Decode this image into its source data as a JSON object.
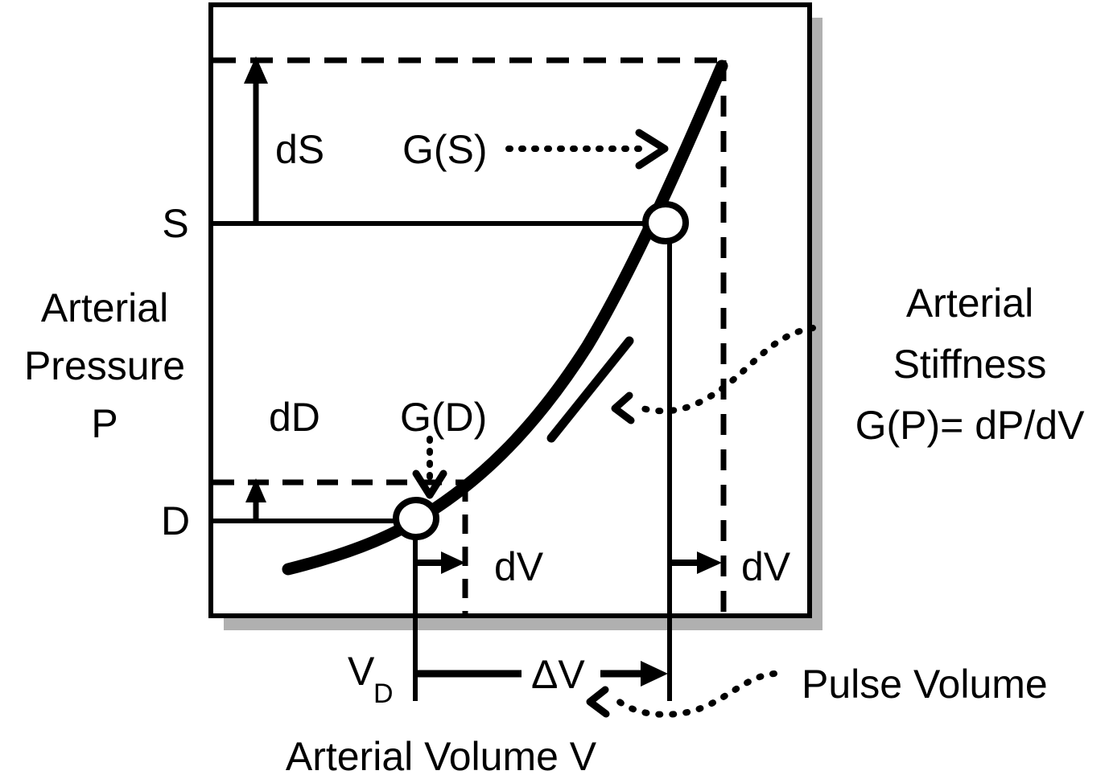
{
  "figure": {
    "type": "line",
    "background": "#ffffff",
    "stroke_color": "#000000",
    "shadow_color": "#b0b0b0",
    "axes": {
      "y_axis_title": "Arterial\nPressure\nP",
      "y_axis_title_lines": [
        "Arterial",
        "Pressure",
        "P"
      ],
      "x_axis_title": "Arterial Volume  V",
      "y_ticks": [
        {
          "label": "S",
          "name": "systolic-pressure"
        },
        {
          "label": "D",
          "name": "diastolic-pressure"
        }
      ],
      "x_ticks": [
        {
          "label": "V",
          "sub": "D",
          "name": "diastolic-volume"
        }
      ]
    },
    "inner_labels": {
      "dS": "dS",
      "GS": "G(S)",
      "dD": "dD",
      "GD": "G(D)",
      "dV_left": "dV",
      "dV_right": "dV",
      "deltaV": "ΔV"
    },
    "callouts": [
      {
        "name": "arterial-stiffness",
        "lines": [
          "Arterial",
          "Stiffness",
          "G(P)= dP/dV"
        ],
        "target": "tangent-line"
      },
      {
        "name": "pulse-volume",
        "lines": [
          "Pulse Volume"
        ],
        "target": "delta-v-arrow"
      }
    ]
  },
  "chart_data": {
    "type": "line",
    "title": "",
    "xlabel": "Arterial Volume  V",
    "ylabel": "Arterial Pressure P",
    "grid": false,
    "legend": "none",
    "description": "Exponential arterial pressure-volume curve showing arterial stiffness G(P)=dP/dV at diastolic (D) and systolic (S) operating points.",
    "series": [
      {
        "name": "pressure-volume-curve",
        "x": [
          0.16,
          0.26,
          0.37,
          0.46,
          0.54,
          0.62,
          0.7,
          0.76,
          0.82,
          0.87
        ],
        "y": [
          0.09,
          0.12,
          0.16,
          0.21,
          0.27,
          0.36,
          0.48,
          0.63,
          0.8,
          0.94
        ]
      }
    ],
    "annotated_points": [
      {
        "label": "D",
        "x": 0.345,
        "y": 0.155,
        "marker": "open-circle"
      },
      {
        "label": "S",
        "x": 0.755,
        "y": 0.725,
        "marker": "open-circle"
      }
    ],
    "measures": [
      {
        "name": "dS",
        "axis": "y",
        "from": 0.725,
        "to": 0.935
      },
      {
        "name": "dD",
        "axis": "y",
        "from": 0.155,
        "to": 0.205
      },
      {
        "name": "dV",
        "axis": "x",
        "from": 0.345,
        "to": 0.42
      },
      {
        "name": "dV",
        "axis": "x",
        "from": 0.755,
        "to": 0.83
      },
      {
        "name": "ΔV",
        "axis": "x",
        "from": 0.345,
        "to": 0.755
      }
    ],
    "xlim": [
      0,
      1
    ],
    "ylim": [
      0,
      1
    ]
  }
}
